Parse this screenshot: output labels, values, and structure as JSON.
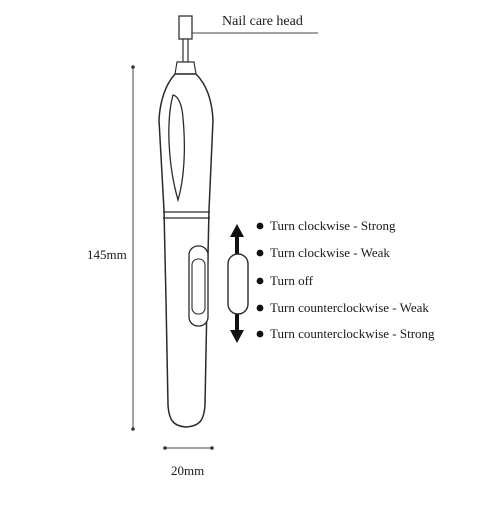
{
  "diagram": {
    "head_label": "Nail care head",
    "height_label": "145mm",
    "width_label": "20mm",
    "switch_modes": [
      "Turn clockwise - Strong",
      "Turn clockwise - Weak",
      "Turn off",
      "Turn counterclockwise - Weak",
      "Turn counterclockwise - Strong"
    ]
  }
}
